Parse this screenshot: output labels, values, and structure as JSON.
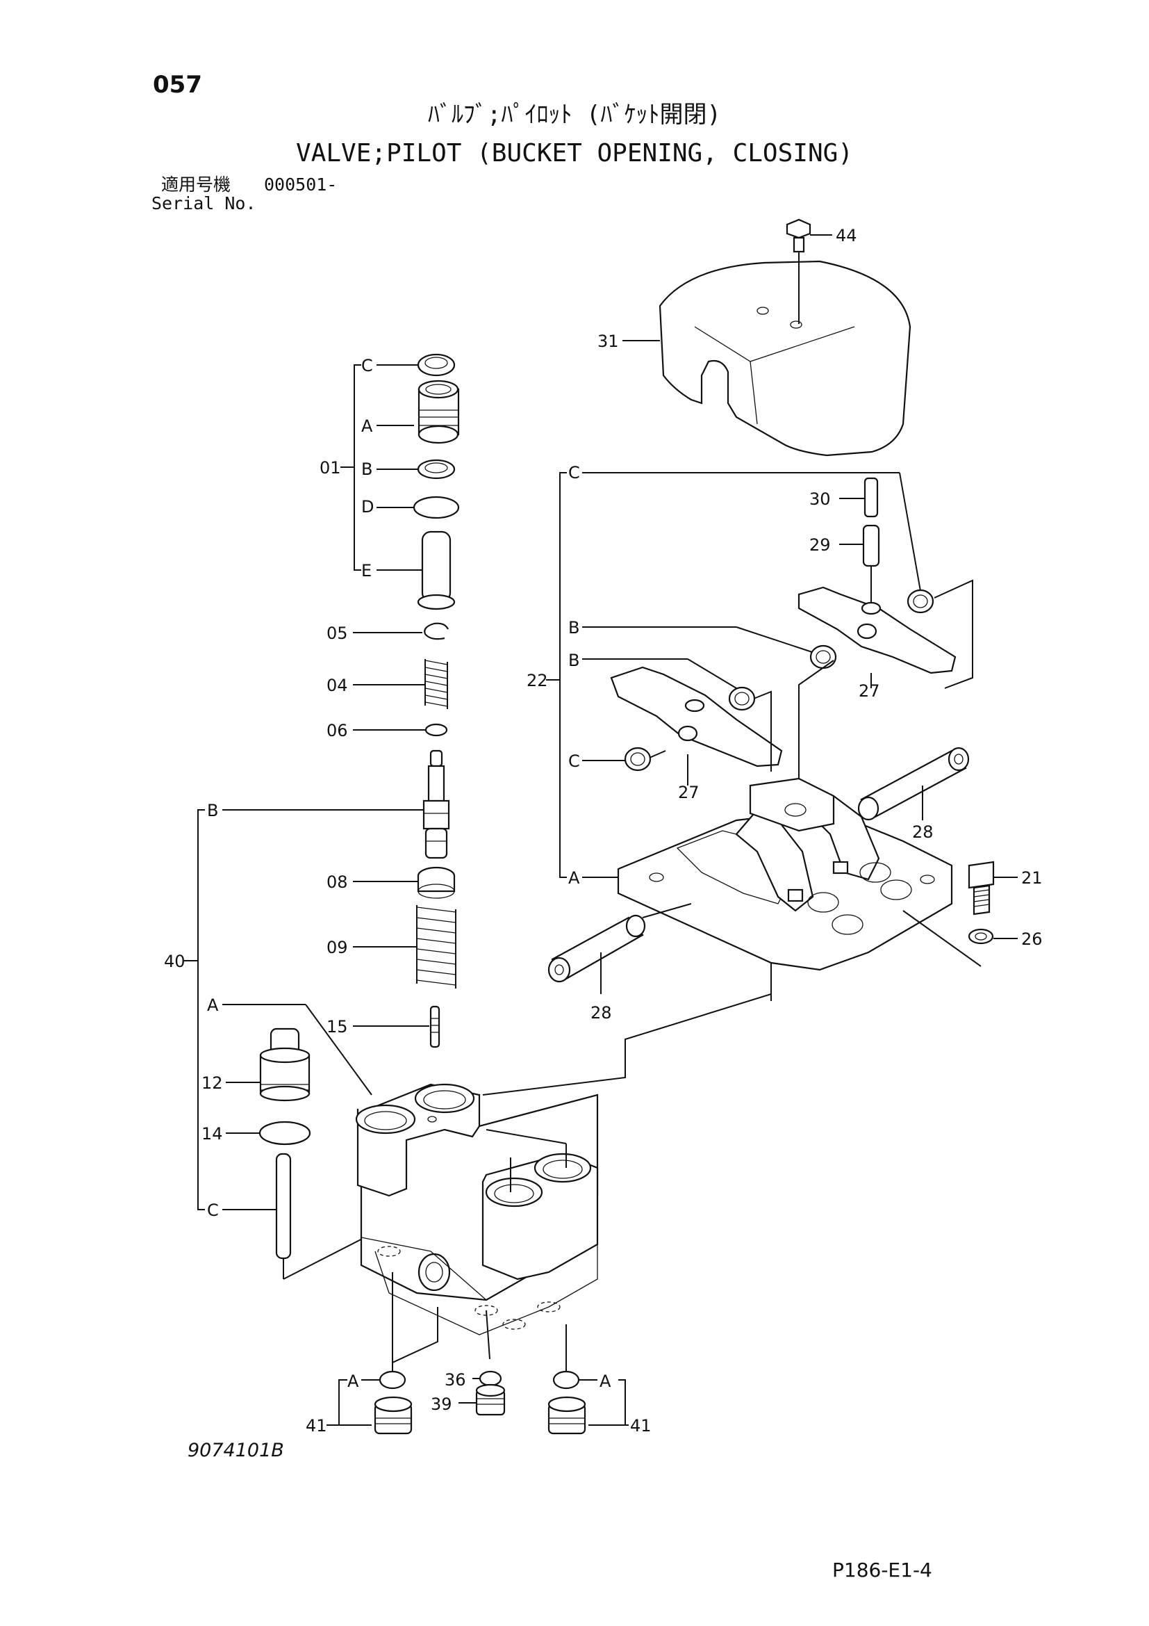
{
  "header": {
    "page_number": "057",
    "title_jp": "ﾊﾞﾙﾌﾞ;ﾊﾟｲﾛｯﾄ (ﾊﾞｹｯﾄ開閉)",
    "title_en": "VALVE;PILOT (BUCKET OPENING, CLOSING)",
    "serial_label_jp": "適用号機",
    "serial_value": "000501-",
    "serial_label_en": "Serial No."
  },
  "footer": {
    "drawing_number": "9074101B",
    "page_ref": "P186-E1-4"
  },
  "callouts": {
    "p44": "44",
    "p31": "31",
    "p30": "30",
    "p29": "29",
    "p27a": "27",
    "p27b": "27",
    "p22": "22",
    "p28a": "28",
    "p28b": "28",
    "p21": "21",
    "p26": "26",
    "p01": "01",
    "p05": "05",
    "p04": "04",
    "p06": "06",
    "p08": "08",
    "p09": "09",
    "p15": "15",
    "p40": "40",
    "p12": "12",
    "p14": "14",
    "p36": "36",
    "p39": "39",
    "p41a": "41",
    "p41b": "41"
  },
  "group_letters": {
    "g01_c": "C",
    "g01_a": "A",
    "g01_b": "B",
    "g01_d": "D",
    "g01_e": "E",
    "g22_c1": "C",
    "g22_b1": "B",
    "g22_b2": "B",
    "g22_c2": "C",
    "g22_a": "A",
    "g40_b": "B",
    "g40_a": "A",
    "g40_c": "C",
    "plug_a1": "A",
    "plug_a2": "A"
  }
}
